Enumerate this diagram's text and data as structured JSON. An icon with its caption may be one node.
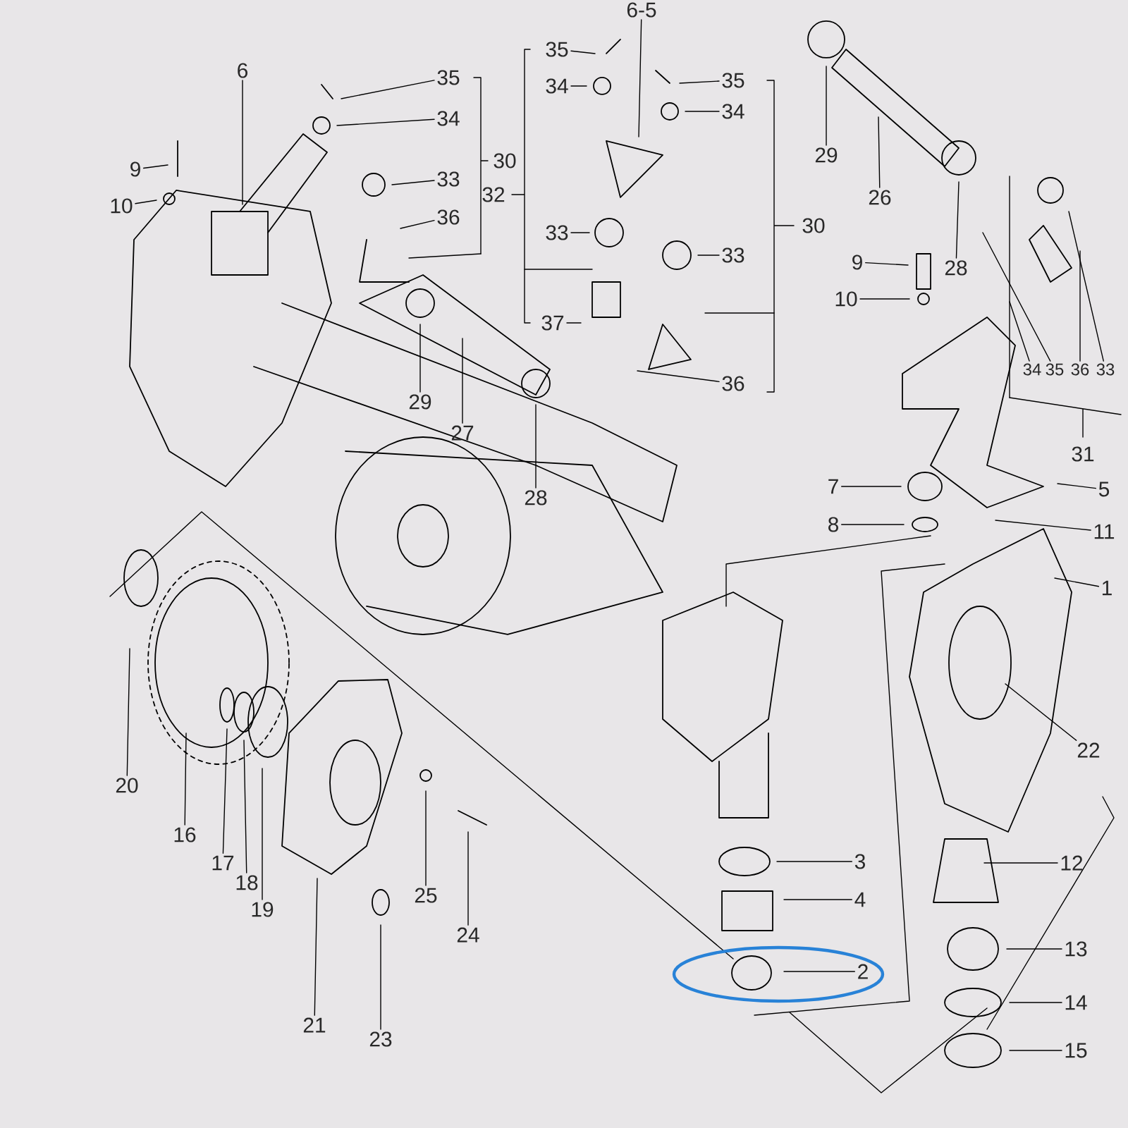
{
  "diagram": {
    "nodes": [
      {
        "text": [
          "6"
        ]
      },
      {
        "text": [
          "9"
        ]
      },
      {
        "text": [
          "10"
        ]
      },
      {
        "text": [
          "35"
        ]
      },
      {
        "text": [
          "34"
        ]
      },
      {
        "text": [
          "33"
        ]
      },
      {
        "text": [
          "36"
        ]
      },
      {
        "text": [
          "29"
        ]
      },
      {
        "text": [
          "27"
        ]
      },
      {
        "text": [
          "28"
        ]
      },
      {
        "text": [
          "35"
        ]
      },
      {
        "text": [
          "34"
        ]
      },
      {
        "text": [
          "33"
        ]
      },
      {
        "text": [
          "37"
        ]
      },
      {
        "text": [
          "6-5"
        ]
      },
      {
        "text": [
          "35"
        ]
      },
      {
        "text": [
          "34"
        ]
      },
      {
        "text": [
          "33"
        ]
      },
      {
        "text": [
          "36"
        ]
      },
      {
        "text": [
          "29"
        ]
      },
      {
        "text": [
          "26"
        ]
      },
      {
        "text": [
          "28"
        ]
      },
      {
        "text": [
          "9"
        ]
      },
      {
        "text": [
          "10"
        ]
      },
      {
        "text": [
          "34"
        ]
      },
      {
        "text": [
          "35"
        ]
      },
      {
        "text": [
          "36"
        ]
      },
      {
        "text": [
          "33"
        ]
      },
      {
        "text": [
          "7"
        ]
      },
      {
        "text": [
          "8"
        ]
      },
      {
        "text": [
          "5"
        ]
      },
      {
        "text": [
          "11"
        ]
      },
      {
        "text": [
          "1"
        ]
      },
      {
        "text": [
          "22"
        ]
      },
      {
        "text": [
          "3"
        ]
      },
      {
        "text": [
          "4"
        ]
      },
      {
        "text": [
          "2"
        ]
      },
      {
        "text": [
          "12"
        ]
      },
      {
        "text": [
          "13"
        ]
      },
      {
        "text": [
          "14"
        ]
      },
      {
        "text": [
          "15"
        ]
      },
      {
        "text": [
          "20"
        ]
      },
      {
        "text": [
          "16"
        ]
      },
      {
        "text": [
          "17"
        ]
      },
      {
        "text": [
          "18"
        ]
      },
      {
        "text": [
          "19"
        ]
      },
      {
        "text": [
          "21"
        ]
      },
      {
        "text": [
          "23"
        ]
      },
      {
        "text": [
          "25"
        ]
      },
      {
        "text": [
          "24"
        ]
      }
    ],
    "edges": [
      {
        "from": 0,
        "to": null,
        "arrow": "none"
      },
      {
        "from": 1,
        "to": null,
        "arrow": "none"
      },
      {
        "from": 2,
        "to": null,
        "arrow": "none"
      },
      {
        "from": 3,
        "to": null,
        "arrow": "none"
      },
      {
        "from": 4,
        "to": null,
        "arrow": "none"
      },
      {
        "from": 5,
        "to": null,
        "arrow": "none"
      },
      {
        "from": 6,
        "to": null,
        "arrow": "none"
      },
      {
        "from": 7,
        "to": null,
        "arrow": "none"
      },
      {
        "from": 8,
        "to": null,
        "arrow": "none"
      },
      {
        "from": 9,
        "to": null,
        "arrow": "none"
      },
      {
        "from": 10,
        "to": null,
        "arrow": "none"
      },
      {
        "from": 11,
        "to": null,
        "arrow": "none"
      },
      {
        "from": 12,
        "to": null,
        "arrow": "none"
      },
      {
        "from": 13,
        "to": null,
        "arrow": "none"
      },
      {
        "from": 14,
        "to": null,
        "arrow": "none"
      },
      {
        "from": 15,
        "to": null,
        "arrow": "none"
      },
      {
        "from": 16,
        "to": null,
        "arrow": "none"
      },
      {
        "from": 17,
        "to": null,
        "arrow": "none"
      },
      {
        "from": 18,
        "to": null,
        "arrow": "none"
      },
      {
        "from": 19,
        "to": null,
        "arrow": "none"
      },
      {
        "from": 20,
        "to": null,
        "arrow": "none"
      },
      {
        "from": 21,
        "to": null,
        "arrow": "none"
      },
      {
        "from": 22,
        "to": null,
        "arrow": "none"
      },
      {
        "from": 23,
        "to": null,
        "arrow": "none"
      },
      {
        "from": 24,
        "to": null,
        "arrow": "none"
      },
      {
        "from": 25,
        "to": null,
        "arrow": "none"
      },
      {
        "from": 26,
        "to": null,
        "arrow": "none"
      },
      {
        "from": 27,
        "to": null,
        "arrow": "none"
      },
      {
        "from": 28,
        "to": null,
        "arrow": "none"
      },
      {
        "from": 29,
        "to": null,
        "arrow": "none"
      },
      {
        "from": 30,
        "to": null,
        "arrow": "none"
      },
      {
        "from": 31,
        "to": null,
        "arrow": "none"
      },
      {
        "from": 32,
        "to": null,
        "arrow": "none"
      },
      {
        "from": 33,
        "to": null,
        "arrow": "none"
      },
      {
        "from": 34,
        "to": null,
        "arrow": "none"
      },
      {
        "from": 35,
        "to": null,
        "arrow": "none"
      },
      {
        "from": 36,
        "to": null,
        "arrow": "none"
      },
      {
        "from": 37,
        "to": null,
        "arrow": "none"
      },
      {
        "from": 38,
        "to": null,
        "arrow": "none"
      },
      {
        "from": 39,
        "to": null,
        "arrow": "none"
      },
      {
        "from": 40,
        "to": null,
        "arrow": "none"
      },
      {
        "from": 41,
        "to": null,
        "arrow": "none"
      },
      {
        "from": 42,
        "to": null,
        "arrow": "none"
      },
      {
        "from": 43,
        "to": null,
        "arrow": "none"
      },
      {
        "from": 44,
        "to": null,
        "arrow": "none"
      },
      {
        "from": 45,
        "to": null,
        "arrow": "none"
      },
      {
        "from": 46,
        "to": null,
        "arrow": "none"
      },
      {
        "from": 47,
        "to": null,
        "arrow": "none"
      },
      {
        "from": 48,
        "to": null,
        "arrow": "none"
      },
      {
        "from": 49,
        "to": null,
        "arrow": "none"
      }
    ],
    "labels": [
      "30",
      "32",
      "30",
      "31"
    ]
  }
}
